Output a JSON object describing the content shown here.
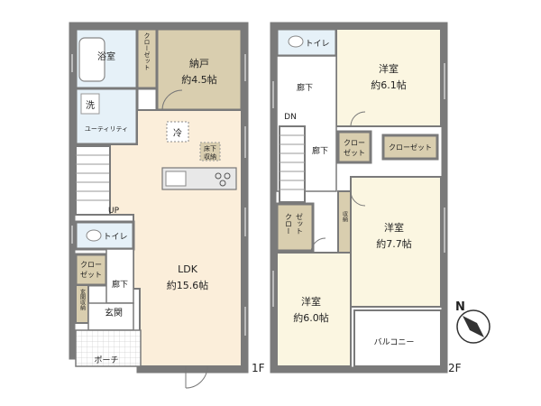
{
  "floor1": {
    "label": "1F",
    "rooms": {
      "bath": "浴室",
      "closet_top": "クローゼット",
      "storage_name": "納戸",
      "storage_area": "約4.5帖",
      "wash": "洗",
      "utility": "ユーティリティ",
      "fridge": "冷",
      "floor_storage_1": "床下",
      "floor_storage_2": "収納",
      "up": "UP",
      "toilet": "トイレ",
      "closet_left_1": "クロー",
      "closet_left_2": "ゼット",
      "hall": "廊下",
      "entrance_storage": "玄関収納",
      "entrance": "玄関",
      "porch": "ポーチ",
      "ldk_name": "LDK",
      "ldk_area": "約15.6帖"
    }
  },
  "floor2": {
    "label": "2F",
    "rooms": {
      "toilet": "トイレ",
      "hall_top": "廊下",
      "dn": "DN",
      "hall_mid": "廊下",
      "room1_name": "洋室",
      "room1_area": "約6.1帖",
      "closet_small_1": "クロー",
      "closet_small_2": "ゼット",
      "closet_wide": "クローゼット",
      "closet_vert_1": "クロー",
      "closet_vert_2": "ゼット",
      "storage": "収納",
      "room2_name": "洋室",
      "room2_area": "約7.7帖",
      "room3_name": "洋室",
      "room3_area": "約6.0帖",
      "balcony": "バルコニー"
    }
  },
  "compass": {
    "label": "N"
  },
  "colors": {
    "wall": "#7a7a7a",
    "storage_fill": "#d9ceaf",
    "room_fill": "#fbf6e1",
    "ldk_fill": "#fbeeda",
    "wet_fill": "#e6f1f8",
    "floor_white": "#ffffff"
  }
}
